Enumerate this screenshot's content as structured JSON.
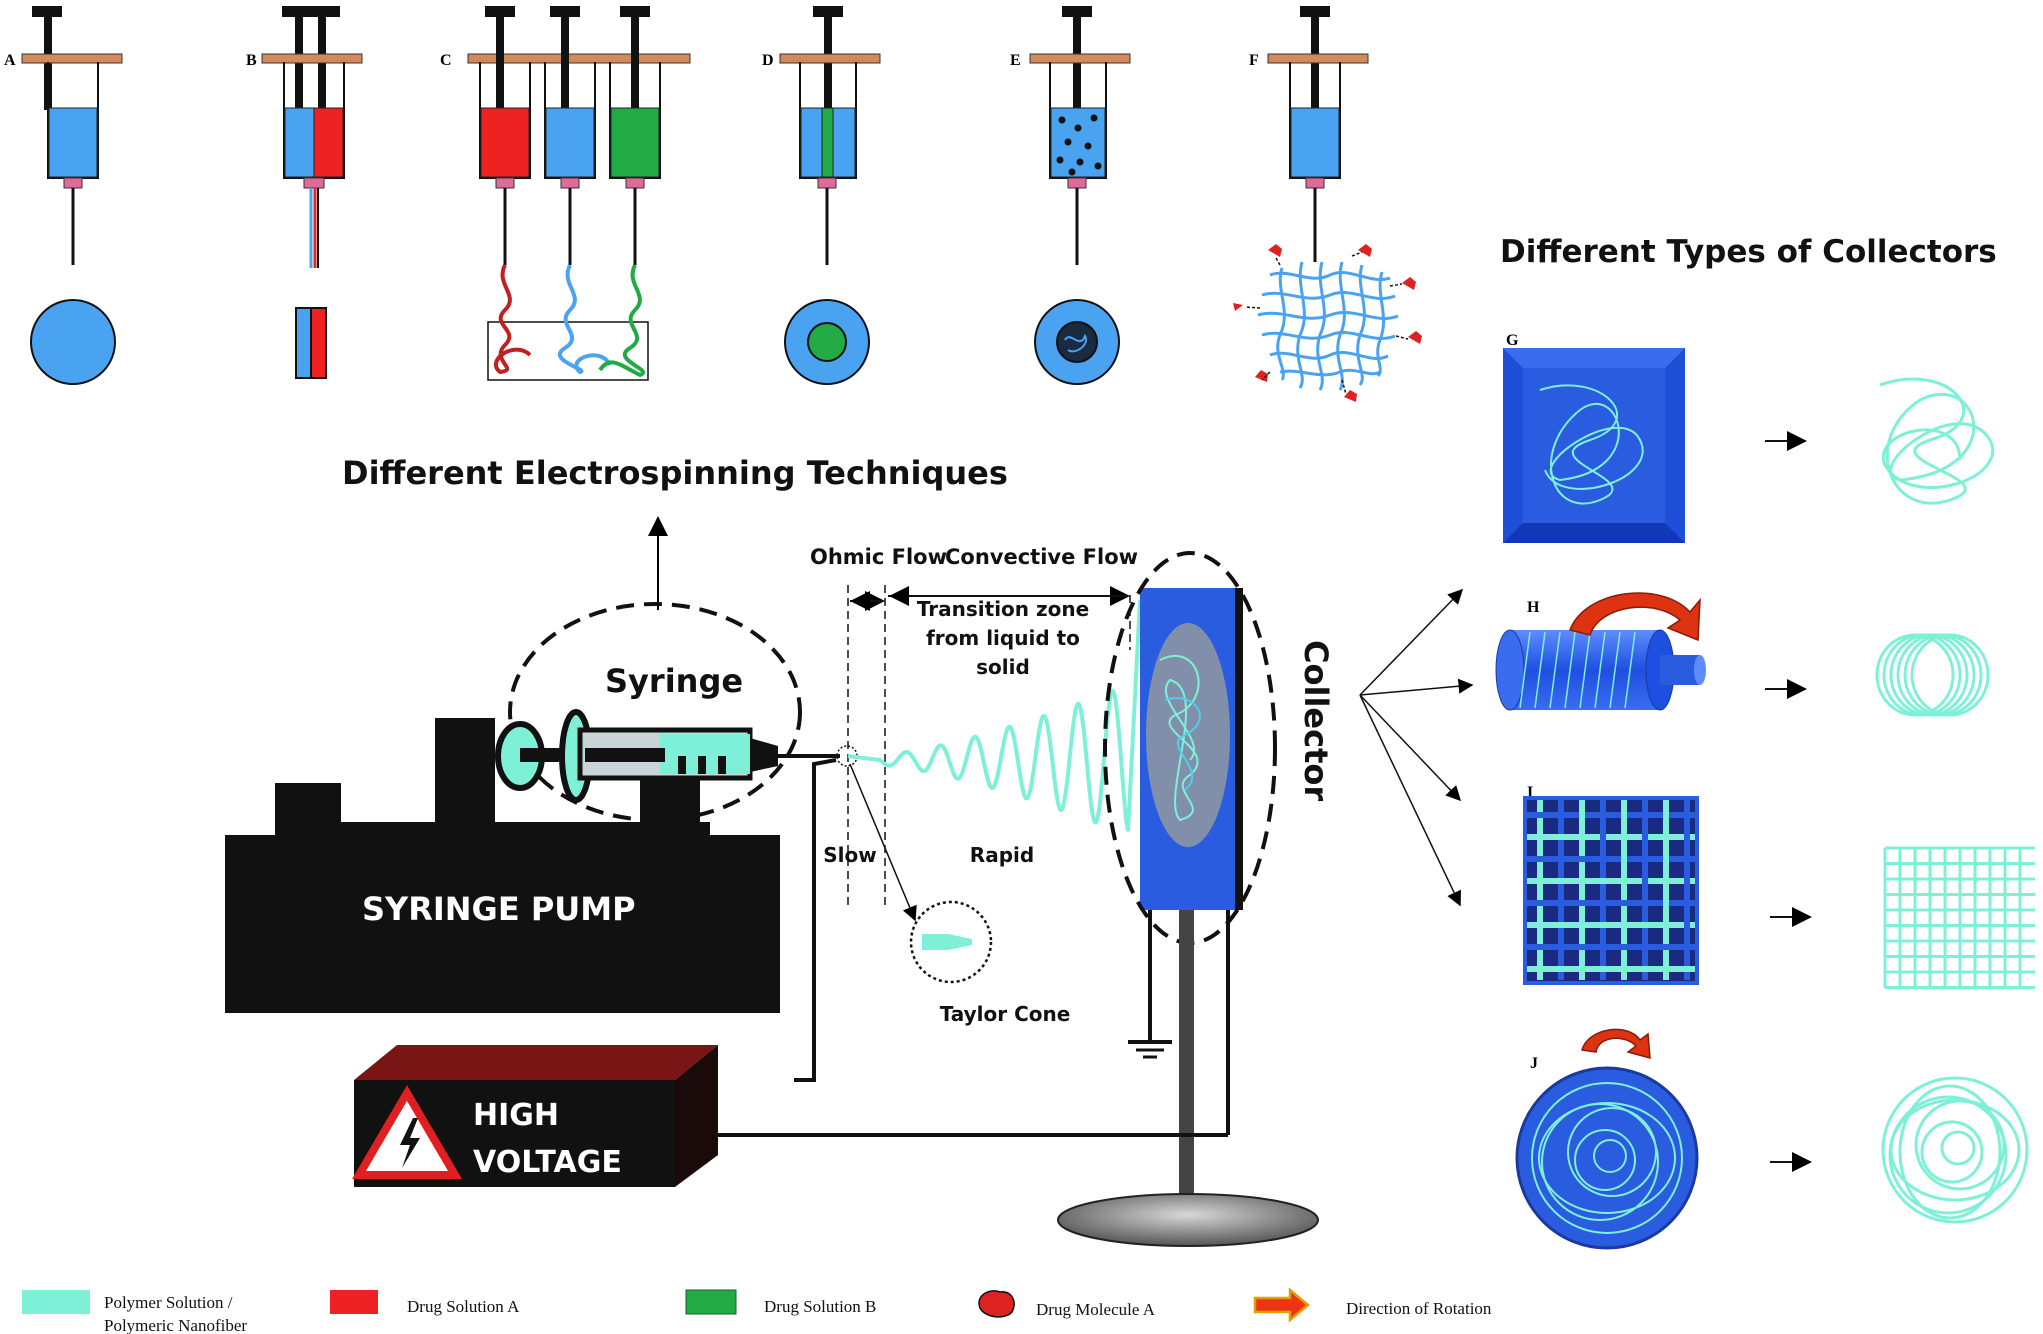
{
  "panel_labels": {
    "A": "A",
    "B": "B",
    "C": "C",
    "D": "D",
    "E": "E",
    "F": "F",
    "G": "G",
    "H": "H",
    "I": "I",
    "J": "J"
  },
  "headings": {
    "techniques": "Different Electrospinning Techniques",
    "collectors": "Different Types of  Collectors"
  },
  "setup": {
    "syringe": "Syringe",
    "collector": "Collector",
    "syringe_pump": "SYRINGE PUMP",
    "high_voltage_line1": "HIGH",
    "high_voltage_line2": "VOLTAGE",
    "ohmic_flow": "Ohmic Flow",
    "convective_flow": "Convective Flow",
    "transition_line1": "Transition zone",
    "transition_line2": "from liquid to",
    "transition_line3": "solid",
    "slow": "Slow",
    "rapid": "Rapid",
    "taylor_cone": "Taylor Cone"
  },
  "legend": [
    {
      "label_line1": "Polymer  Solution /",
      "label_line2": "Polymeric Nanofiber",
      "color": "#7ff0d8"
    },
    {
      "label_line1": "Drug Solution A",
      "label_line2": "",
      "color": "#ee2222"
    },
    {
      "label_line1": "Drug Solution B",
      "label_line2": "",
      "color": "#22aa44"
    },
    {
      "label_line1": "Drug Molecule A",
      "label_line2": "",
      "color": "#dd2222"
    },
    {
      "label_line1": "Direction of Rotation",
      "label_line2": "",
      "color": "#ee3311"
    }
  ],
  "colors": {
    "polymer": "#4aa3f0",
    "fiber": "#7ff0d8",
    "drugA": "#ee2222",
    "drugB": "#22aa44",
    "plunger_flange": "#d4895a",
    "needle_hub": "#e06a9a",
    "collector_blue": "#2a5ce0",
    "rotation_arrow": "#dd3311"
  }
}
